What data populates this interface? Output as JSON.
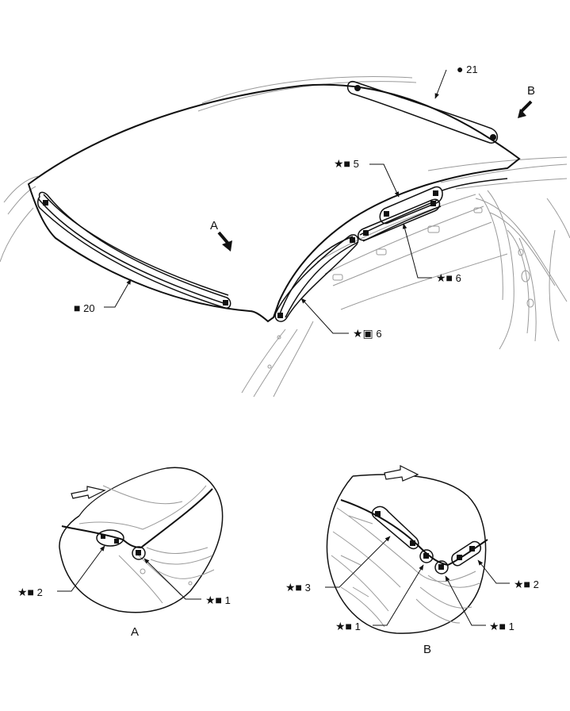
{
  "callouts": {
    "c21": {
      "symbol": "●",
      "number": "21"
    },
    "c5": {
      "symbol": "★■",
      "number": "5"
    },
    "c6a": {
      "symbol": "★■",
      "number": "6"
    },
    "c6b": {
      "symbol": "★▣",
      "number": "6"
    },
    "c20": {
      "symbol": "■",
      "number": "20"
    },
    "a2": {
      "symbol": "★■",
      "number": "2"
    },
    "a1": {
      "symbol": "★■",
      "number": "1"
    },
    "b3": {
      "symbol": "★■",
      "number": "3"
    },
    "b1left": {
      "symbol": "★■",
      "number": "1"
    },
    "b1right": {
      "symbol": "★■",
      "number": "1"
    },
    "b2": {
      "symbol": "★■",
      "number": "2"
    }
  },
  "view_marks": {
    "a_arrow": "A",
    "b_arrow": "B",
    "a_caption": "A",
    "b_caption": "B"
  },
  "colors": {
    "line": "#111111",
    "light_line": "#9a9a9a",
    "background": "#ffffff"
  }
}
